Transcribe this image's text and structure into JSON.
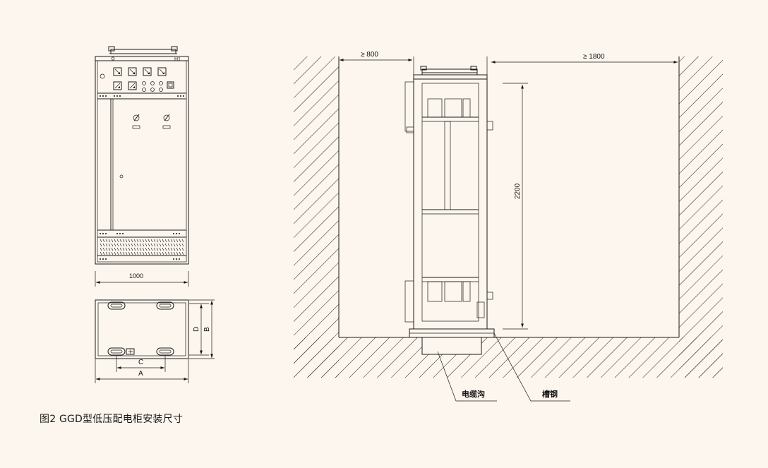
{
  "caption": "图2 GGD型低压配电柜安装尺寸",
  "front_view": {
    "top_label": "H1",
    "width_dim": "1000"
  },
  "base_view": {
    "dim_a": "A",
    "dim_b": "B",
    "dim_c": "C",
    "dim_d": "D"
  },
  "side_view": {
    "rear_clearance": "≥ 800",
    "front_clearance": "≥ 1800",
    "height_dim": "2200",
    "label_cable_trench": "电缆沟",
    "label_channel_steel": "槽钢"
  },
  "colors": {
    "background": "#fdf6ee",
    "line": "#1a1a1a"
  }
}
